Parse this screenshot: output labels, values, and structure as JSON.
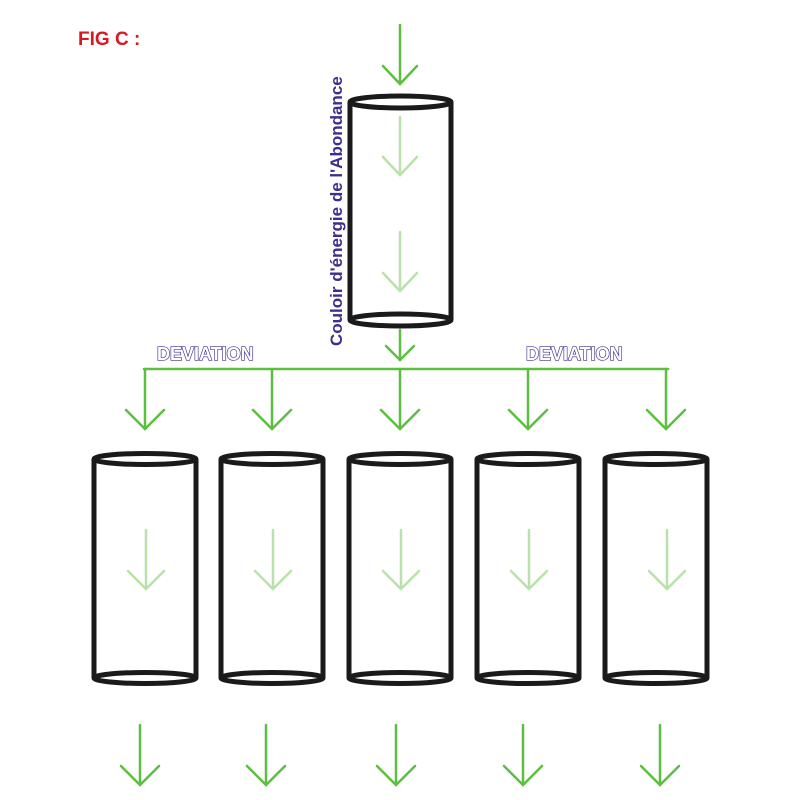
{
  "figure_label": "FIG C :",
  "corridor_label": "Couloir d'énergie de l'Abondance",
  "deviation_left": "DEVIATION",
  "deviation_right": "DEVIATION",
  "colors": {
    "figure_label": "#d71920",
    "corridor_label": "#3b2f8f",
    "deviation_outline": "#3b2f8f",
    "arrow": "#5cbf3f",
    "arrow_faded": "#b9e2aa",
    "cylinder": "#1a1a1a"
  }
}
